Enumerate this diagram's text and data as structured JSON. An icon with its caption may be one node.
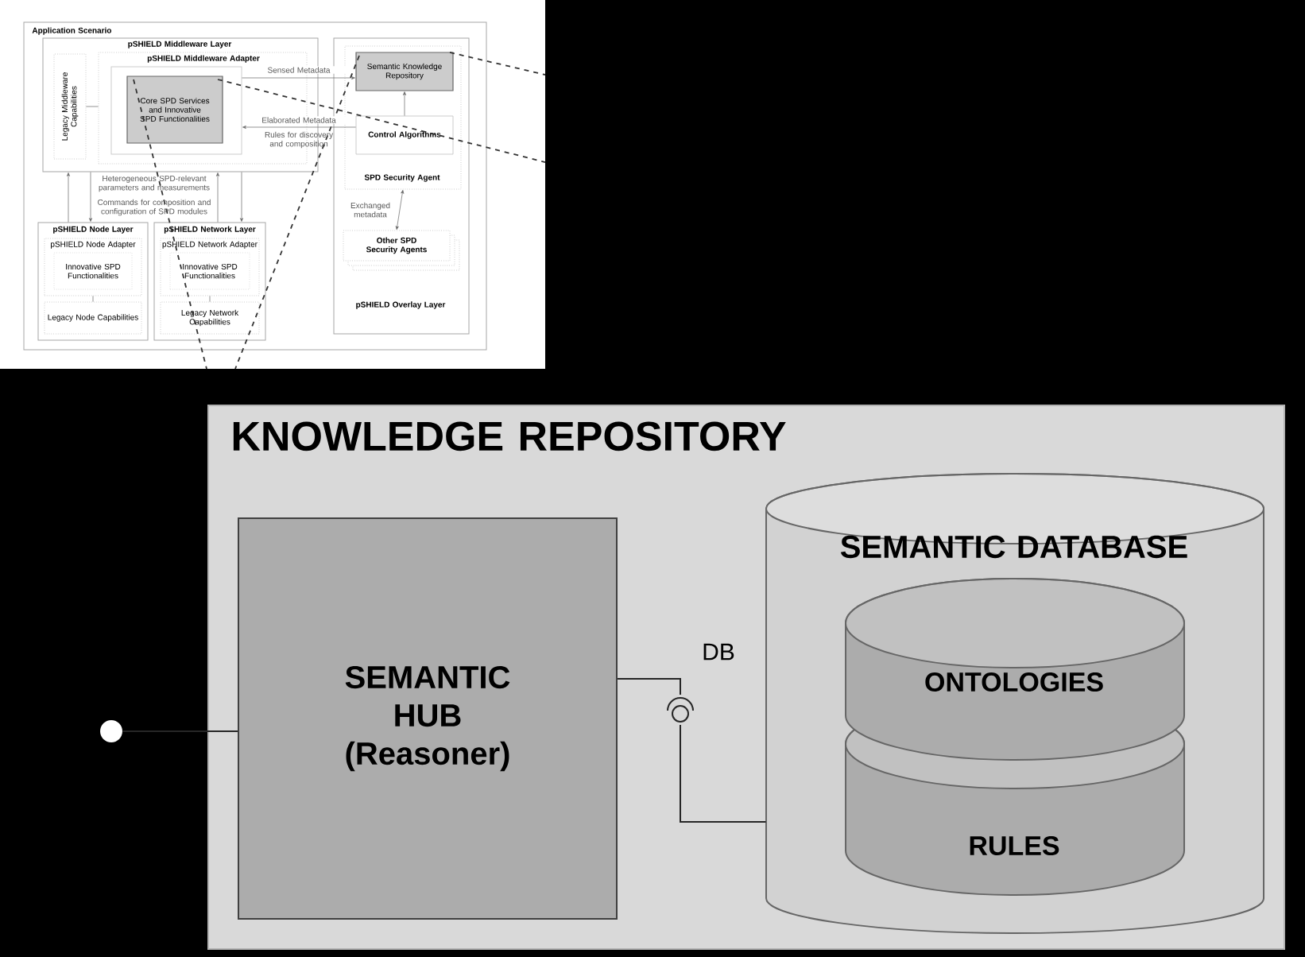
{
  "diagram": {
    "nodes": [
      {
        "text": [
          "Application Scenario"
        ]
      },
      {
        "text": [
          "pSHIELD Middleware Layer"
        ],
        "in": 0
      },
      {
        "text": [
          "Legacy Middleware Capabilities"
        ],
        "in": 1
      },
      {
        "text": [
          "pSHIELD Middleware Adapter"
        ],
        "in": 1
      },
      {
        "text": [],
        "shape": "box",
        "in": 3
      },
      {
        "text": [
          "Core SPD Services and Innovative SPD Functionalities"
        ],
        "in": 4
      },
      {
        "text": [
          "pSHIELD Overlay Layer"
        ],
        "in": 0
      },
      {
        "text": [
          "SPD Security Agent"
        ],
        "in": 6
      },
      {
        "text": [
          "Semantic Knowledge Repository"
        ],
        "in": 7
      },
      {
        "text": [
          "Control Algorithms"
        ],
        "in": 7
      },
      {
        "text": [
          "Other SPD Security Agents"
        ],
        "in": 6
      },
      {
        "text": [
          "pSHIELD Node Layer"
        ],
        "in": 0
      },
      {
        "text": [
          "pSHIELD Node Adapter"
        ],
        "in": 11
      },
      {
        "text": [
          "Innovative SPD Functionalities"
        ],
        "in": 12
      },
      {
        "text": [
          "Legacy Node Capabilities"
        ],
        "in": 11
      },
      {
        "text": [
          "pSHIELD Network Layer"
        ],
        "in": 0
      },
      {
        "text": [
          "pSHIELD Network Adapter"
        ],
        "in": 15
      },
      {
        "text": [
          "Innovative SPD Functionalities"
        ],
        "in": 16
      },
      {
        "text": [
          "Legacy Network Capabilities"
        ],
        "in": 15
      },
      {
        "text": [
          "KNOWLEDGE REPOSITORY"
        ]
      },
      {
        "text": [
          "SEMANTIC HUB (Reasoner)"
        ],
        "in": 19
      },
      {
        "text": [
          "SEMANTIC DATABASE"
        ],
        "in": 19
      },
      {
        "text": [
          "ONTOLOGIES"
        ],
        "in": 21
      },
      {
        "text": [
          "RULES"
        ],
        "in": 21
      },
      {
        "text": [],
        "shape": "circle"
      }
    ],
    "edges": [
      {
        "from": 2,
        "to": 3,
        "arrow": "none"
      },
      {
        "from": 4,
        "to": 8,
        "arrow": "to",
        "label": "Sensed Metadata"
      },
      {
        "from": 9,
        "to": 4,
        "arrow": "to",
        "label": "Elaborated Metadata"
      },
      {
        "from": 9,
        "to": 8,
        "arrow": "to"
      },
      {
        "from": 7,
        "to": 10,
        "arrow": "both",
        "label": "Exchanged metadata"
      },
      {
        "from": 11,
        "to": 1,
        "arrow": "to"
      },
      {
        "from": 1,
        "to": 11,
        "arrow": "to"
      },
      {
        "from": 15,
        "to": 1,
        "arrow": "to"
      },
      {
        "from": 1,
        "to": 15,
        "arrow": "to"
      },
      {
        "from": 12,
        "to": 14,
        "arrow": "none"
      },
      {
        "from": 16,
        "to": 18,
        "arrow": "none"
      },
      {
        "from": 24,
        "to": 20,
        "arrow": "none"
      },
      {
        "from": 20,
        "to": 21,
        "arrow": "none",
        "label": "DB"
      }
    ],
    "labels": [
      "Rules for discovery and composition",
      "Heterogeneous SPD-relevant parameters and measurements",
      "Commands for composition and configuration of SPD modules"
    ]
  }
}
